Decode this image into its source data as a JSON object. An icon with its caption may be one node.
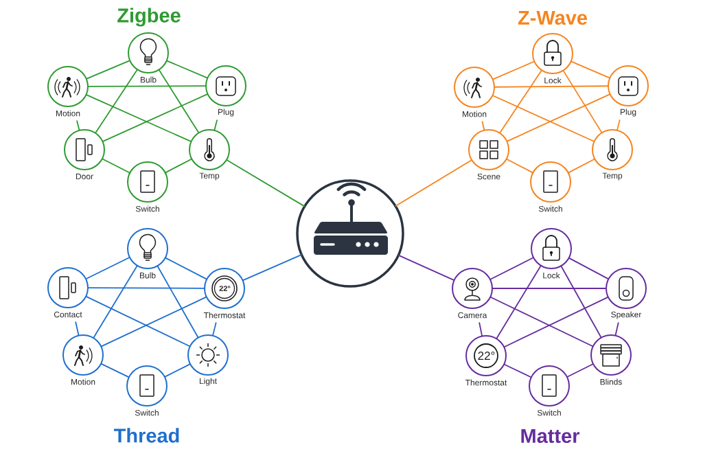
{
  "diagram": {
    "nodes": [
      {
        "text": [
          "Bulb"
        ]
      },
      {
        "text": [
          "Motion"
        ]
      },
      {
        "text": [
          "Plug"
        ]
      },
      {
        "text": [
          "Door"
        ]
      },
      {
        "text": [
          "Temp"
        ]
      },
      {
        "text": [
          "Switch"
        ]
      },
      {
        "text": [
          "Lock"
        ]
      },
      {
        "text": [
          "Motion"
        ]
      },
      {
        "text": [
          "Plug"
        ]
      },
      {
        "text": [
          "Scene"
        ]
      },
      {
        "text": [
          "Temp"
        ]
      },
      {
        "text": [
          "Switch"
        ]
      },
      {
        "text": [],
        "shape": "circle"
      },
      {
        "text": [
          "Bulb"
        ]
      },
      {
        "text": [
          "Contact"
        ]
      },
      {
        "text": [
          "22°",
          "Thermostat"
        ]
      },
      {
        "text": [
          "Motion"
        ]
      },
      {
        "text": [
          "Light"
        ]
      },
      {
        "text": [
          "Switch"
        ]
      },
      {
        "text": [
          "Lock"
        ]
      },
      {
        "text": [
          "Camera"
        ]
      },
      {
        "text": [
          "Speaker"
        ]
      },
      {
        "text": [
          "22°",
          "Thermostat"
        ]
      },
      {
        "text": [
          "Blinds"
        ]
      },
      {
        "text": [
          "Switch"
        ]
      }
    ],
    "edges": [
      {
        "from": 1,
        "to": 0,
        "arrow": "none",
        "color": "#2f9a32"
      },
      {
        "from": 0,
        "to": 2,
        "arrow": "none",
        "color": "#2f9a32"
      },
      {
        "from": 1,
        "to": 2,
        "arrow": "none",
        "color": "#2f9a32"
      },
      {
        "from": 1,
        "to": 3,
        "arrow": "none",
        "color": "#2f9a32"
      },
      {
        "from": 1,
        "to": 4,
        "arrow": "none",
        "color": "#2f9a32"
      },
      {
        "from": 0,
        "to": 3,
        "arrow": "none",
        "color": "#2f9a32"
      },
      {
        "from": 0,
        "to": 4,
        "arrow": "none",
        "color": "#2f9a32"
      },
      {
        "from": 2,
        "to": 3,
        "arrow": "none",
        "color": "#2f9a32"
      },
      {
        "from": 2,
        "to": 4,
        "arrow": "none",
        "color": "#2f9a32"
      },
      {
        "from": 3,
        "to": 5,
        "arrow": "none",
        "color": "#2f9a32"
      },
      {
        "from": 5,
        "to": 4,
        "arrow": "none",
        "color": "#2f9a32"
      },
      {
        "from": 12,
        "to": 4,
        "arrow": "none",
        "color": "#2f9a32"
      },
      {
        "from": 7,
        "to": 6,
        "arrow": "none",
        "color": "#f5841f"
      },
      {
        "from": 6,
        "to": 8,
        "arrow": "none",
        "color": "#f5841f"
      },
      {
        "from": 7,
        "to": 8,
        "arrow": "none",
        "color": "#f5841f"
      },
      {
        "from": 7,
        "to": 9,
        "arrow": "none",
        "color": "#f5841f"
      },
      {
        "from": 7,
        "to": 10,
        "arrow": "none",
        "color": "#f5841f"
      },
      {
        "from": 6,
        "to": 9,
        "arrow": "none",
        "color": "#f5841f"
      },
      {
        "from": 6,
        "to": 10,
        "arrow": "none",
        "color": "#f5841f"
      },
      {
        "from": 8,
        "to": 9,
        "arrow": "none",
        "color": "#f5841f"
      },
      {
        "from": 8,
        "to": 10,
        "arrow": "none",
        "color": "#f5841f"
      },
      {
        "from": 9,
        "to": 11,
        "arrow": "none",
        "color": "#f5841f"
      },
      {
        "from": 11,
        "to": 10,
        "arrow": "none",
        "color": "#f5841f"
      },
      {
        "from": 12,
        "to": 9,
        "arrow": "none",
        "color": "#f5841f"
      },
      {
        "from": 14,
        "to": 13,
        "arrow": "none",
        "color": "#1f6fce"
      },
      {
        "from": 13,
        "to": 15,
        "arrow": "none",
        "color": "#1f6fce"
      },
      {
        "from": 14,
        "to": 15,
        "arrow": "none",
        "color": "#1f6fce"
      },
      {
        "from": 14,
        "to": 16,
        "arrow": "none",
        "color": "#1f6fce"
      },
      {
        "from": 14,
        "to": 17,
        "arrow": "none",
        "color": "#1f6fce"
      },
      {
        "from": 13,
        "to": 16,
        "arrow": "none",
        "color": "#1f6fce"
      },
      {
        "from": 13,
        "to": 17,
        "arrow": "none",
        "color": "#1f6fce"
      },
      {
        "from": 15,
        "to": 16,
        "arrow": "none",
        "color": "#1f6fce"
      },
      {
        "from": 15,
        "to": 17,
        "arrow": "none",
        "color": "#1f6fce"
      },
      {
        "from": 16,
        "to": 18,
        "arrow": "none",
        "color": "#1f6fce"
      },
      {
        "from": 18,
        "to": 17,
        "arrow": "none",
        "color": "#1f6fce"
      },
      {
        "from": 12,
        "to": 15,
        "arrow": "none",
        "color": "#1f6fce"
      },
      {
        "from": 20,
        "to": 19,
        "arrow": "none",
        "color": "#652c9e"
      },
      {
        "from": 19,
        "to": 21,
        "arrow": "none",
        "color": "#652c9e"
      },
      {
        "from": 20,
        "to": 21,
        "arrow": "none",
        "color": "#652c9e"
      },
      {
        "from": 20,
        "to": 22,
        "arrow": "none",
        "color": "#652c9e"
      },
      {
        "from": 20,
        "to": 23,
        "arrow": "none",
        "color": "#652c9e"
      },
      {
        "from": 19,
        "to": 22,
        "arrow": "none",
        "color": "#652c9e"
      },
      {
        "from": 19,
        "to": 23,
        "arrow": "none",
        "color": "#652c9e"
      },
      {
        "from": 21,
        "to": 22,
        "arrow": "none",
        "color": "#652c9e"
      },
      {
        "from": 21,
        "to": 23,
        "arrow": "none",
        "color": "#652c9e"
      },
      {
        "from": 22,
        "to": 24,
        "arrow": "none",
        "color": "#652c9e"
      },
      {
        "from": 24,
        "to": 23,
        "arrow": "none",
        "color": "#652c9e"
      },
      {
        "from": 12,
        "to": 20,
        "arrow": "none",
        "color": "#652c9e"
      }
    ],
    "labels": [
      "Zigbee",
      "Z-Wave",
      "Thread",
      "Matter"
    ]
  }
}
